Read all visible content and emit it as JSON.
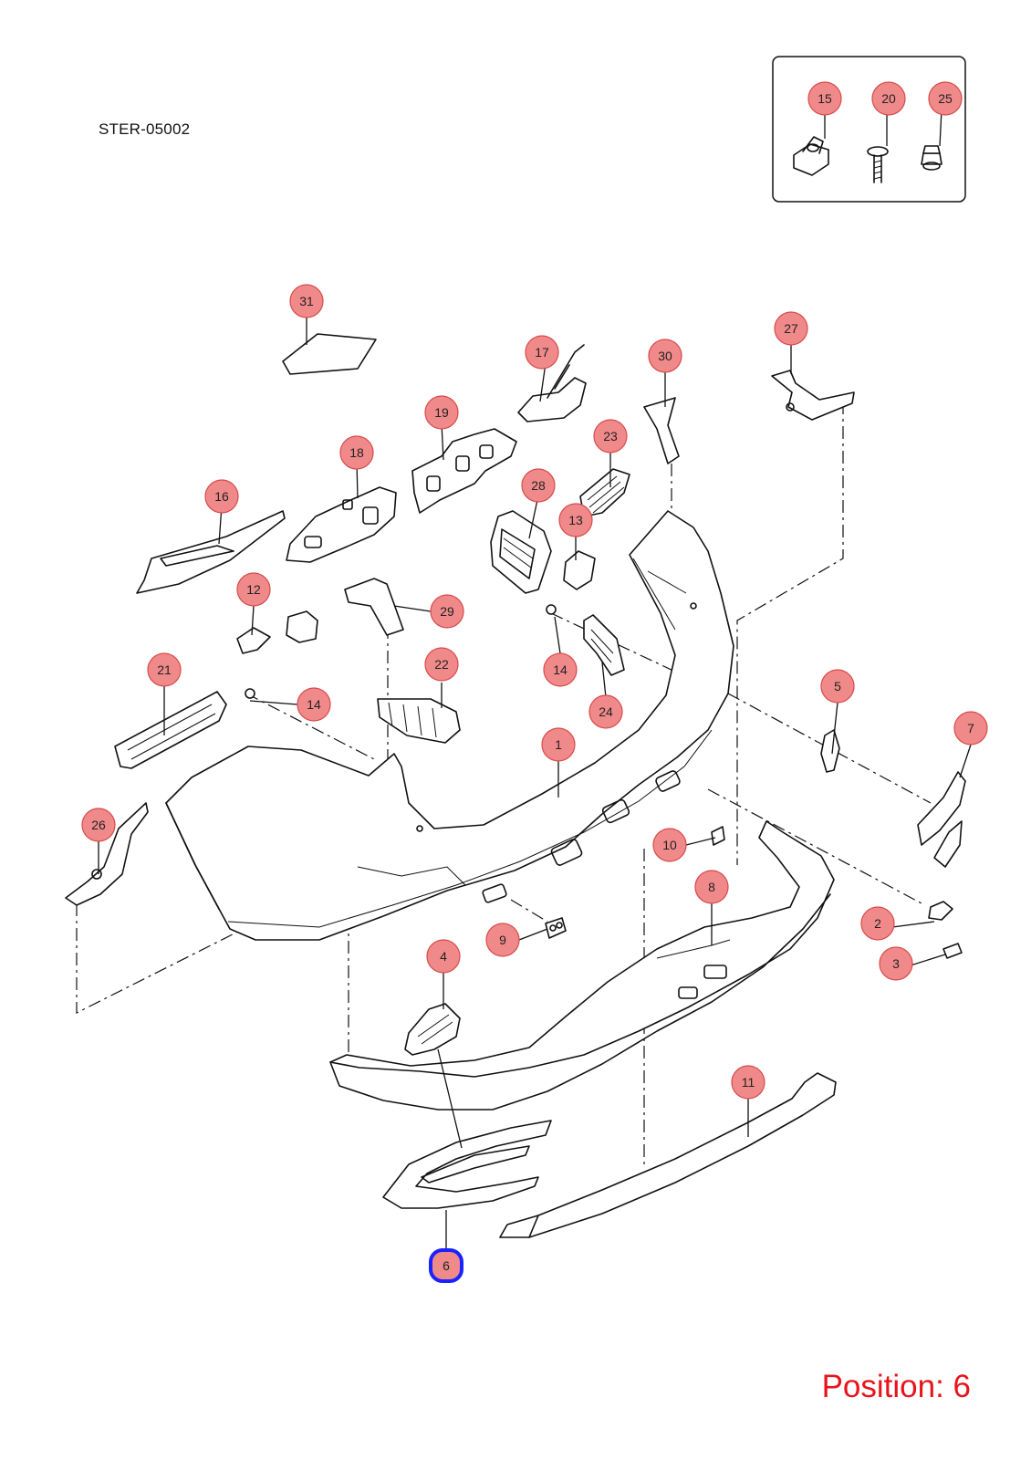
{
  "diagram": {
    "code": "STER-05002",
    "position_label": "Position: 6",
    "accent_color": "#f08a8a",
    "selected_color": "#1a22ff",
    "position_color": "#e8141b",
    "callouts": [
      {
        "id": "c1",
        "label": "1"
      },
      {
        "id": "c2",
        "label": "2"
      },
      {
        "id": "c3",
        "label": "3"
      },
      {
        "id": "c4",
        "label": "4"
      },
      {
        "id": "c5",
        "label": "5"
      },
      {
        "id": "c6",
        "label": "6",
        "selected": true
      },
      {
        "id": "c7",
        "label": "7"
      },
      {
        "id": "c8",
        "label": "8"
      },
      {
        "id": "c9",
        "label": "9"
      },
      {
        "id": "c10",
        "label": "10"
      },
      {
        "id": "c11",
        "label": "11"
      },
      {
        "id": "c12",
        "label": "12"
      },
      {
        "id": "c13",
        "label": "13"
      },
      {
        "id": "c14a",
        "label": "14"
      },
      {
        "id": "c14b",
        "label": "14"
      },
      {
        "id": "c15",
        "label": "15"
      },
      {
        "id": "c16",
        "label": "16"
      },
      {
        "id": "c17",
        "label": "17"
      },
      {
        "id": "c18",
        "label": "18"
      },
      {
        "id": "c19",
        "label": "19"
      },
      {
        "id": "c20",
        "label": "20"
      },
      {
        "id": "c21",
        "label": "21"
      },
      {
        "id": "c22",
        "label": "22"
      },
      {
        "id": "c23",
        "label": "23"
      },
      {
        "id": "c24",
        "label": "24"
      },
      {
        "id": "c25",
        "label": "25"
      },
      {
        "id": "c26",
        "label": "26"
      },
      {
        "id": "c27",
        "label": "27"
      },
      {
        "id": "c28",
        "label": "28"
      },
      {
        "id": "c29",
        "label": "29"
      },
      {
        "id": "c30",
        "label": "30"
      },
      {
        "id": "c31",
        "label": "31"
      }
    ]
  }
}
